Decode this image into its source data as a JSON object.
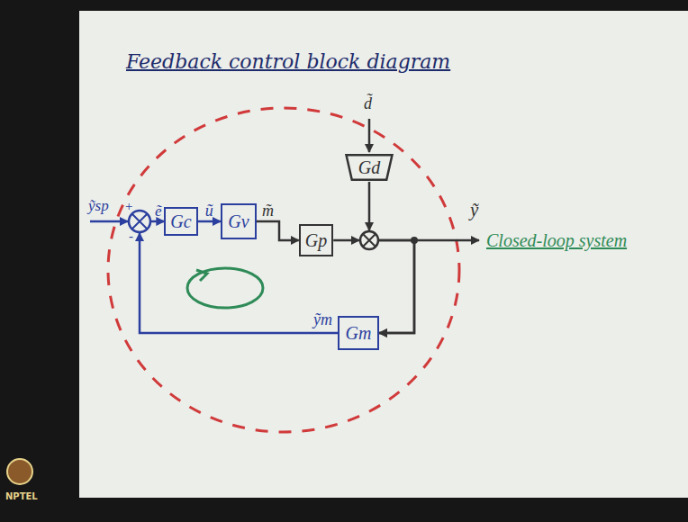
{
  "diagram": {
    "title": "Feedback control block diagram",
    "nodes": [
      {
        "text": [
          "Gd"
        ]
      },
      {
        "text": [
          "Gc"
        ]
      },
      {
        "text": [
          "Gv"
        ]
      },
      {
        "text": [
          "Gp"
        ]
      },
      {
        "text": [
          "Gm"
        ]
      }
    ],
    "edges": [
      {
        "from": 1,
        "to": 2,
        "arrow": "to",
        "label": "ũ"
      },
      {
        "from": 2,
        "to": 3,
        "arrow": "to",
        "label": "m̃"
      },
      {
        "from": 3,
        "to": 4,
        "arrow": "to"
      },
      {
        "from": 0,
        "to": 4,
        "arrow": "to"
      },
      {
        "from": 4,
        "to": 1,
        "arrow": "to",
        "label": "ỹm"
      }
    ],
    "labels": [
      "ỹsp",
      "+",
      "-",
      "ẽ",
      "d̃",
      "ỹ",
      "Closed-loop system",
      "NPTEL"
    ]
  }
}
